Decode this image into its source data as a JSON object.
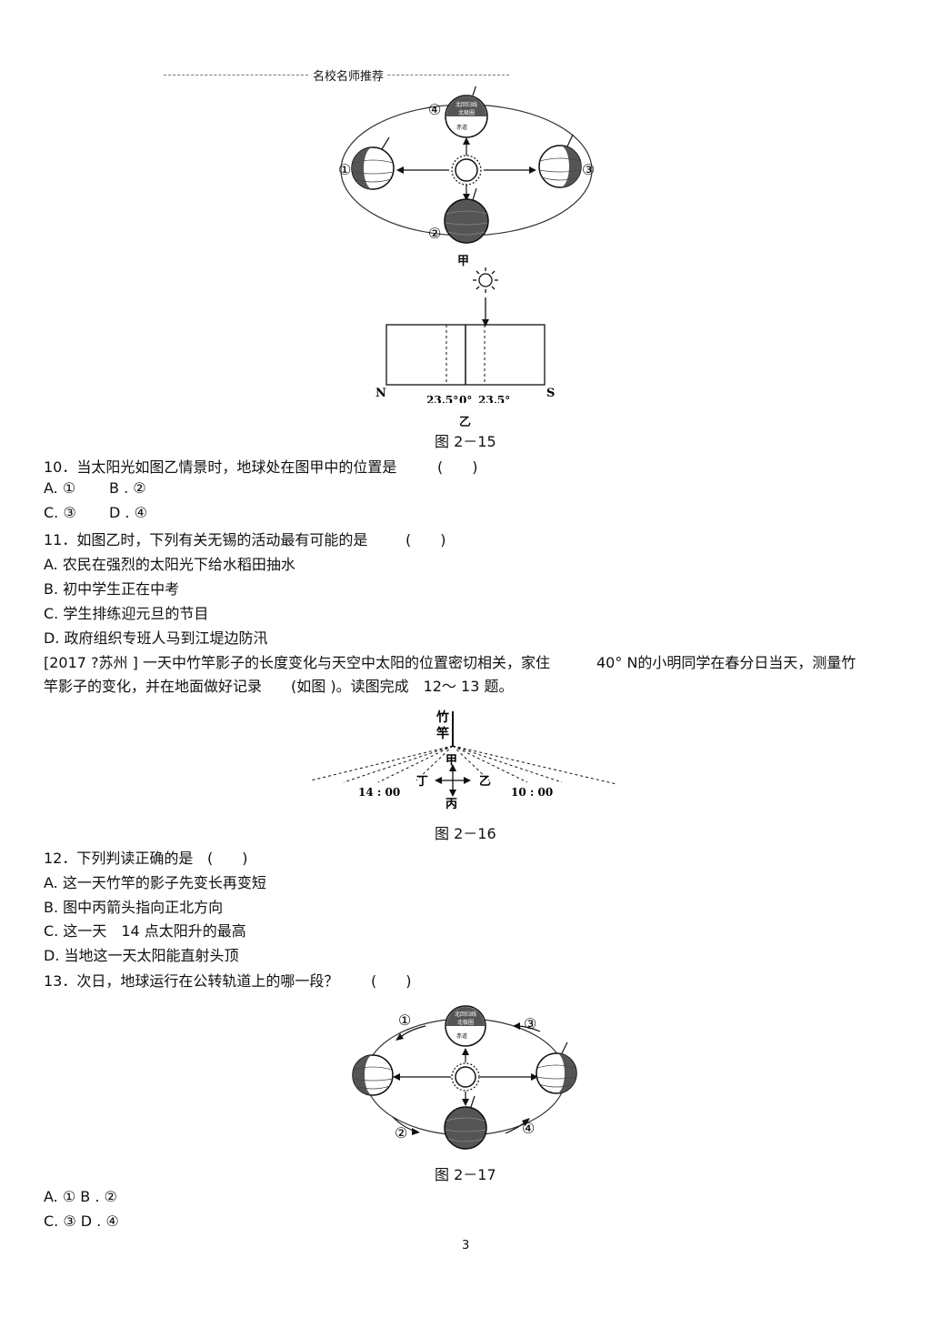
{
  "header": {
    "text": "名校名师推荐"
  },
  "figure15": {
    "jia_label": "甲",
    "yi_label": "乙",
    "orbit_labels": [
      "①",
      "②",
      "③",
      "④"
    ],
    "top_globe_text": [
      "北回归线",
      "北极圈",
      "赤道"
    ],
    "bottom_labels": {
      "n": "N",
      "s": "S",
      "lat_left": "23.5°",
      "lat_center": "0°",
      "lat_right": "23.5°"
    },
    "caption": "图 2－15"
  },
  "questions": {
    "q10": {
      "stem": "10．当太阳光如图乙情景时，地球处在图甲中的位置是",
      "paren": "(　　)",
      "opt_a": "A. ①",
      "opt_b": "B . ②",
      "opt_c": "C. ③",
      "opt_d": "D . ④"
    },
    "q11": {
      "stem": "11．如图乙时，下列有关无锡的活动最有可能的是",
      "paren": "(　　)",
      "opt_a": "A. 农民在强烈的太阳光下给水稻田抽水",
      "opt_b": "B. 初中学生正在中考",
      "opt_c": "C. 学生排练迎元旦的节目",
      "opt_d": "D. 政府组织专班人马到江堤边防汛"
    },
    "intro": {
      "line1a": "[2017 ?苏州 ] 一天中竹竿影子的长度变化与天空中太阳的位置密切相关，家住",
      "line1b": "40°  N的小明同学在春分日当天，测量竹",
      "line2": "竿影子的变化，并在地面做好记录　　(如图 )。读图完成　12～ 13 题。"
    },
    "q12": {
      "stem": "12．下列判读正确的是",
      "paren": "(　　)",
      "opt_a": "A. 这一天竹竿的影子先变长再变短",
      "opt_b": "B. 图中丙箭头指向正北方向",
      "opt_c": "C. 这一天　14 点太阳升的最高",
      "opt_d": "D. 当地这一天太阳能直射头顶"
    },
    "q13": {
      "stem": "13．次日，地球运行在公转轨道上的哪一段？",
      "paren": "(　　)",
      "opt_ab": "A. ①  B . ②",
      "opt_cd": "C. ③  D . ④"
    }
  },
  "figure16": {
    "pole_label_1": "竹",
    "pole_label_2": "竿",
    "jia": "甲",
    "yi": "乙",
    "bing": "丙",
    "ding": "丁",
    "time_left": "14 : 00",
    "time_right": "10 : 00",
    "caption": "图 2－16"
  },
  "figure17": {
    "segment_labels": [
      "①",
      "②",
      "③",
      "④"
    ],
    "top_globe_text": [
      "北回归线",
      "北极圈",
      "赤道"
    ],
    "caption": "图 2－17"
  },
  "footer": {
    "page_number": "3"
  }
}
